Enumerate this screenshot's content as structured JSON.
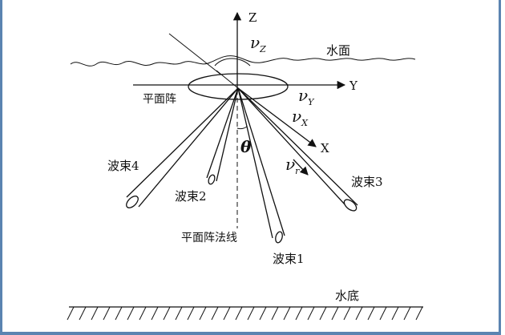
{
  "axes": {
    "z": "Z",
    "y": "Y",
    "x": "X"
  },
  "velocities": {
    "vz": {
      "symbol": "ν",
      "sub": "Z"
    },
    "vy": {
      "symbol": "ν",
      "sub": "Y"
    },
    "vx": {
      "symbol": "ν",
      "sub": "X"
    },
    "vr": {
      "symbol": "ν",
      "sub": "r"
    }
  },
  "theta": "θ",
  "labels": {
    "water_surface": "水面",
    "planar_array": "平面阵",
    "array_normal": "平面阵法线",
    "seabed": "水底",
    "beam1": "波束1",
    "beam2": "波束2",
    "beam3": "波束3",
    "beam4": "波束4"
  }
}
